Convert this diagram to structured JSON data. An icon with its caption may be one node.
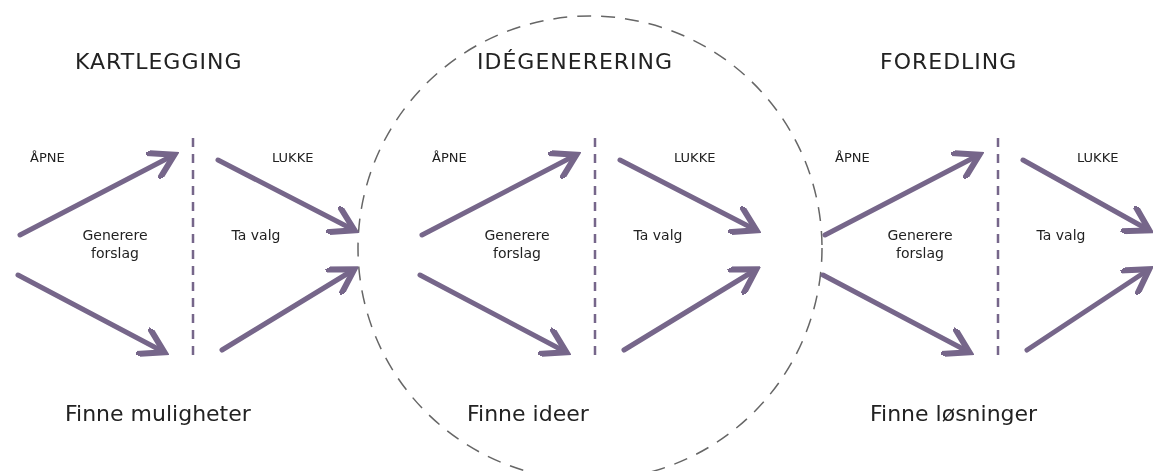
{
  "diagram": {
    "labels": [
      "KARTLEGGING",
      "ÅPNE",
      "LUKKE",
      "Generere forslag",
      "Ta valg",
      "Finne muligheter",
      "IDÉGENERERING",
      "ÅPNE",
      "LUKKE",
      "Generere forslag",
      "Ta valg",
      "Finne ideer",
      "FOREDLING",
      "ÅPNE",
      "LUKKE",
      "Generere forslag",
      "Ta valg",
      "Finne løsninger"
    ]
  }
}
